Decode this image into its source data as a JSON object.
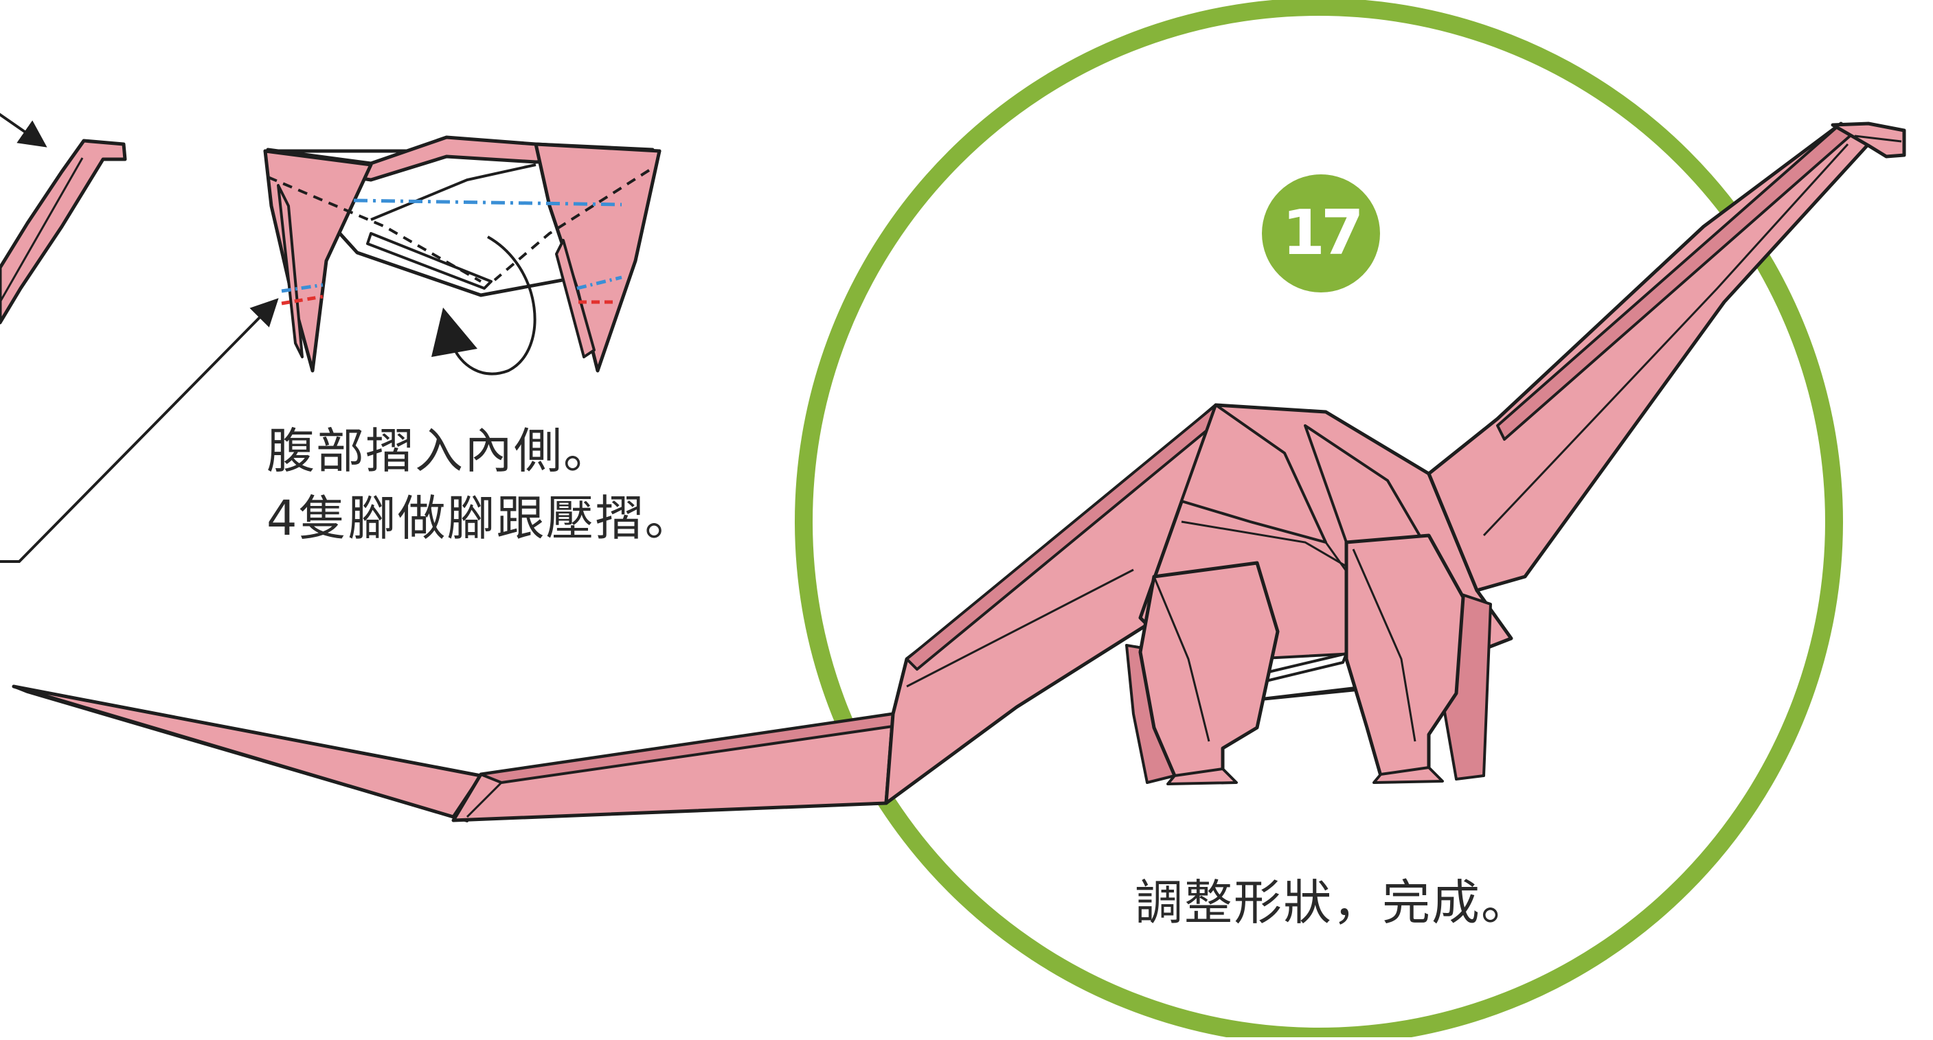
{
  "colors": {
    "paper_pink": "#eba0a9",
    "paper_pink_dark": "#d98590",
    "paper_white": "#ffffff",
    "outline": "#1e1e1e",
    "step_green": "#86b43a",
    "valley_fold_blue": "#3a8fd6",
    "mountain_fold_red": "#e2322e"
  },
  "step": {
    "number": "17",
    "icon": "step-badge"
  },
  "instructions": {
    "belly_line1": "腹部摺入內側。",
    "belly_line2": "4隻腳做腳跟壓摺。",
    "finish": "調整形狀，完成。"
  },
  "illustrations": [
    "folding-step-partial-diagram",
    "belly-inside-fold-diagram",
    "finished-brachiosaurus-model"
  ]
}
